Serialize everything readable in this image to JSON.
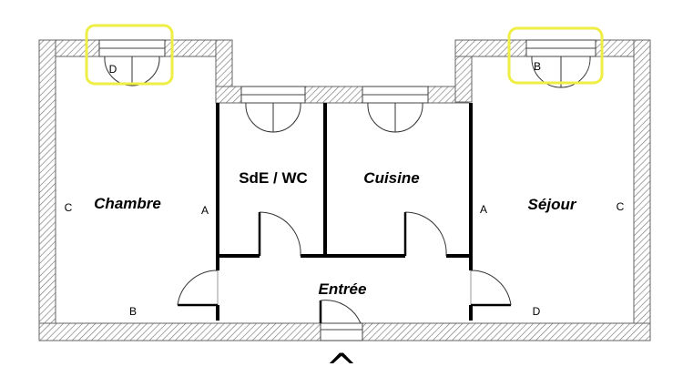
{
  "rooms": {
    "chambre": "Chambre",
    "sde_wc": "SdE / WC",
    "cuisine": "Cuisine",
    "sejour": "Séjour",
    "entree": "Entrée"
  },
  "wall_marks": {
    "chambre_window": "D",
    "chambre_left": "C",
    "chambre_right": "A",
    "chambre_bottom": "B",
    "sejour_window": "B",
    "sejour_left": "A",
    "sejour_right": "C",
    "sejour_bottom": "D"
  },
  "entrance_arrow": "^",
  "colors": {
    "wall": "#666666",
    "partition": "#000000",
    "highlight": "#eeee44",
    "background": "#ffffff"
  }
}
